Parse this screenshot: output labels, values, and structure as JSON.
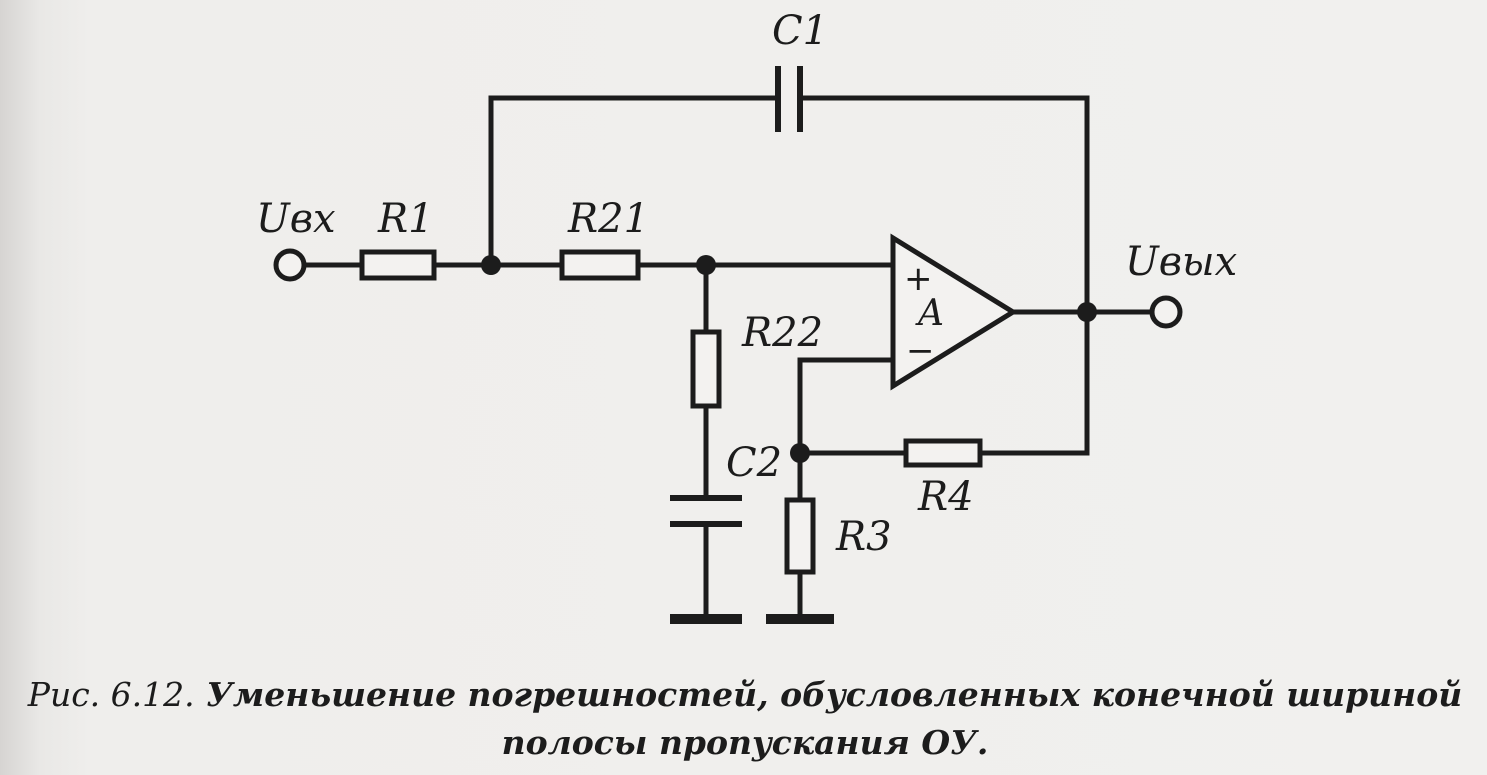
{
  "labels": {
    "c1": "C1",
    "uin": "Uвх",
    "r1": "R1",
    "r21": "R21",
    "uout": "Uвых",
    "plus": "+",
    "amp": "A",
    "minus": "−",
    "r22": "R22",
    "c2": "C2",
    "r4": "R4",
    "r3": "R3"
  },
  "caption": {
    "number": "Рис. 6.12.",
    "line1": "Уменьшение погрешностей, обусловленных конечной шириной",
    "line2": "полосы пропускания ОУ."
  }
}
